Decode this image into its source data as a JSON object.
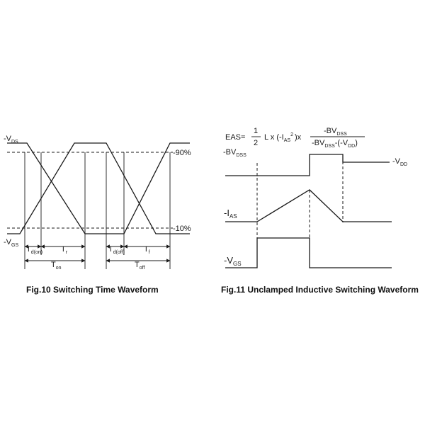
{
  "fig10": {
    "caption": "Fig.10 Switching Time Waveform",
    "vds": {
      "main": "-V",
      "sub": "DS"
    },
    "vgs": {
      "main": "-V",
      "sub": "GS"
    },
    "pct90": "90%",
    "pct10": "10%",
    "td_on": {
      "main": "T",
      "sub": "d(on)"
    },
    "tr": {
      "main": "T",
      "sub": "r"
    },
    "td_off": {
      "main": "T",
      "sub": "d(off)"
    },
    "tf": {
      "main": "T",
      "sub": "f"
    },
    "ton": {
      "main": "T",
      "sub": "on"
    },
    "toff": {
      "main": "T",
      "sub": "off"
    }
  },
  "fig11": {
    "caption": "Fig.11 Unclamped Inductive Switching Waveform",
    "eas": {
      "lhs": "EAS=",
      "half_num": "1",
      "half_den": "2",
      "mid": "L x (-I",
      "mid_sub": "AS",
      "mid_sup": "2",
      "mid_end": ")x",
      "num_main": "-BV",
      "num_sub": "DSS",
      "den_main": "-BV",
      "den_sub": "DSS",
      "den_mid": "-(-V",
      "den_sub2": "DD",
      "den_end": ")"
    },
    "bvdss": {
      "main": "-BV",
      "sub": "DSS"
    },
    "vdd": {
      "main": "-V",
      "sub": "DD"
    },
    "ias": {
      "main": "-I",
      "sub": "AS"
    },
    "vgs": {
      "main": "-V",
      "sub": "GS"
    }
  }
}
